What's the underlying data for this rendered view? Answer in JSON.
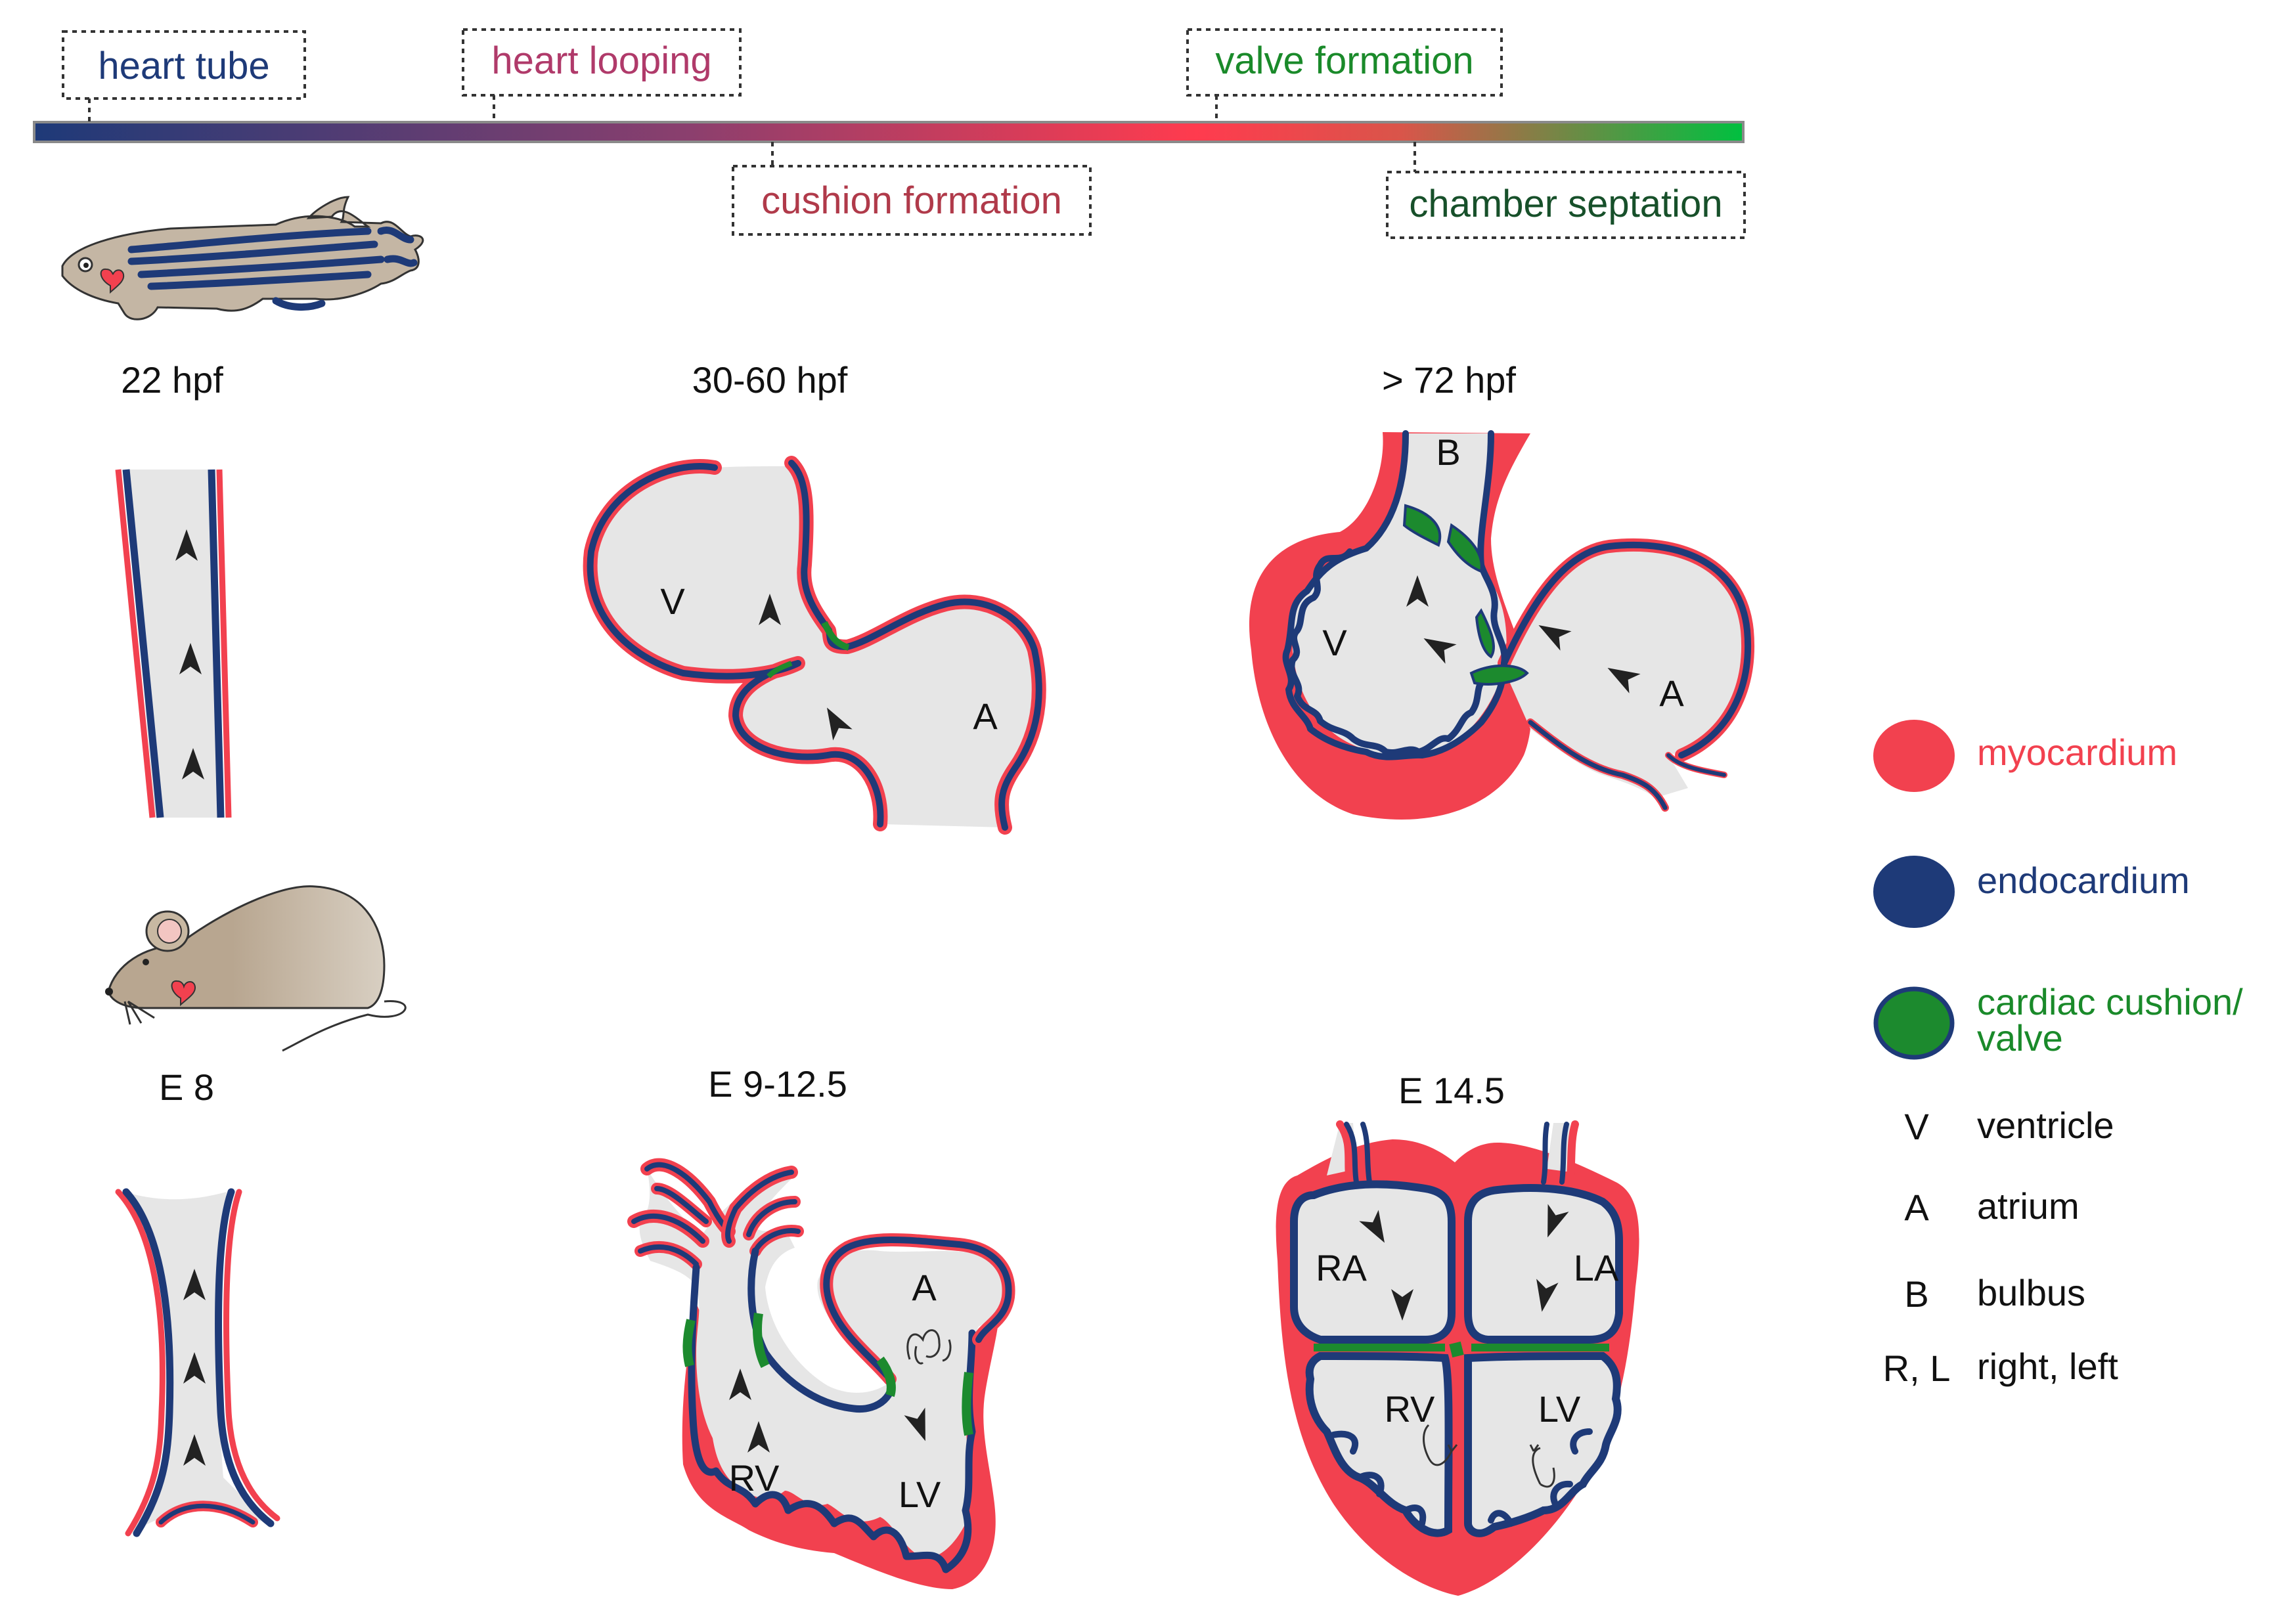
{
  "timeline": {
    "heart_tube": "heart tube",
    "heart_looping": "heart looping",
    "cushion_formation": "cushion formation",
    "valve_formation": "valve formation",
    "chamber_septation": "chamber septation"
  },
  "zebrafish": {
    "stage_1": "22 hpf",
    "stage_2": "30-60 hpf",
    "stage_3": "> 72 hpf",
    "v": "V",
    "a": "A",
    "b": "B"
  },
  "mouse": {
    "stage_1": "E 8",
    "stage_2": "E 9-12.5",
    "stage_3": "E 14.5",
    "a": "A",
    "rv": "RV",
    "lv": "LV",
    "ra": "RA",
    "la": "LA"
  },
  "legend": {
    "myocardium": "myocardium",
    "endocardium": "endocardium",
    "cushion_line1": "cardiac cushion/",
    "cushion_line2": "valve",
    "v_sym": "V",
    "v_text": "ventricle",
    "a_sym": "A",
    "a_text": "atrium",
    "b_sym": "B",
    "b_text": "bulbus",
    "rl_sym": "R, L",
    "rl_text": "right, left"
  },
  "colors": {
    "myocardium": "#f2414f",
    "endocardium": "#1e3a78",
    "cushion": "#1c8a2e",
    "lumen": "#e6e6e6",
    "timeline_blue": "#1e3a78",
    "timeline_magenta": "#b03a6a",
    "timeline_red": "#ff3b4e",
    "timeline_green": "#00c040"
  }
}
